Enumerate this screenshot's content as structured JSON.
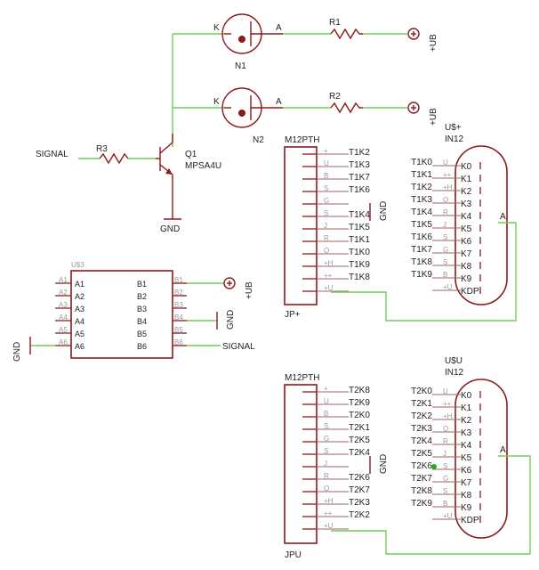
{
  "supply_label": "+UB",
  "gnd_label": "GND",
  "signal_label": "SIGNAL",
  "tubes": [
    {
      "name": "N1",
      "pin_k": "K",
      "pin_a": "A"
    },
    {
      "name": "N2",
      "pin_k": "K",
      "pin_a": "A"
    }
  ],
  "resistors": [
    "R1",
    "R2",
    "R3"
  ],
  "transistor": {
    "name": "Q1",
    "value": "MPSA4U"
  },
  "u3": {
    "name": "U$3",
    "pins_a": [
      "A1",
      "A2",
      "A3",
      "A4",
      "A5",
      "A6"
    ],
    "pins_b": [
      "B1",
      "B2",
      "B3",
      "B4",
      "B5",
      "B6"
    ]
  },
  "header_top": {
    "title": "M12PTH",
    "name": "JP+",
    "pin_marks": [
      "+",
      "U",
      "B",
      "S",
      "G",
      "S",
      "J",
      "R",
      "Q",
      "+H",
      "++",
      "+U"
    ],
    "nets": [
      "T1K2",
      "T1K3",
      "T1K7",
      "T1K6",
      "",
      "T1K4",
      "T1K5",
      "T1K1",
      "T1K0",
      "T1K9",
      "T1K8"
    ]
  },
  "header_bottom": {
    "title": "M12PTH",
    "name": "JPU",
    "pin_marks": [
      "+",
      "U",
      "B",
      "S",
      "G",
      "S",
      "J",
      "R",
      "Q",
      "+H",
      "++",
      "+U"
    ],
    "nets": [
      "T2K8",
      "T2K9",
      "T2K0",
      "T2K1",
      "T2K5",
      "T2K4",
      "",
      "T2K6",
      "T2K7",
      "T2K3",
      "T2K2"
    ]
  },
  "in12_top": {
    "name": "U$+",
    "value": "IN12",
    "nets": [
      "T1K0",
      "T1K1",
      "T1K2",
      "T1K3",
      "T1K4",
      "T1K5",
      "T1K6",
      "T1K7",
      "T1K8",
      "T1K9"
    ],
    "pin_marks": [
      "U",
      "++",
      "+H",
      "Q",
      "R",
      "J",
      "S",
      "G",
      "S",
      "B",
      "+U"
    ],
    "pins": [
      "K0",
      "K1",
      "K2",
      "K3",
      "K4",
      "K5",
      "K6",
      "K7",
      "K8",
      "K9",
      "KDP"
    ],
    "anode": "A"
  },
  "in12_bottom": {
    "name": "U$U",
    "value": "IN12",
    "nets": [
      "T2K0",
      "T2K1",
      "T2K2",
      "T2K3",
      "T2K4",
      "T2K5",
      "T2K6",
      "T2K7",
      "T2K8",
      "T2K9"
    ],
    "pin_marks": [
      "U",
      "++",
      "+H",
      "Q",
      "R",
      "J",
      "S",
      "G",
      "S",
      "B",
      "+U"
    ],
    "pins": [
      "K0",
      "K1",
      "K2",
      "K3",
      "K4",
      "K5",
      "K6",
      "K7",
      "K8",
      "K9",
      "KDP"
    ],
    "anode": "A"
  },
  "colors": {
    "net": "#6fcf5c",
    "symbol": "#8b1a1a",
    "junction": "#22aa22"
  }
}
